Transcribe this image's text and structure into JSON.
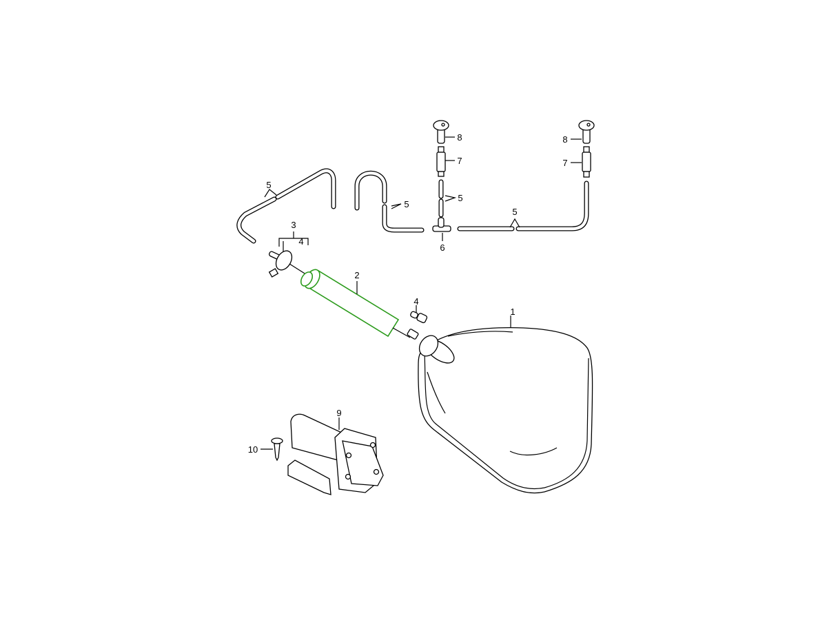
{
  "diagram": {
    "title": "Windshield washer system parts diagram",
    "highlight_color": "#2a9a1a",
    "callouts": {
      "tank": "1",
      "pump_cylinder": "2",
      "valve_assembly": "3",
      "valve_check_a": "4",
      "valve_check_b": "4",
      "hose_left": "5",
      "hose_u": "5",
      "hose_center": "5",
      "hose_right": "5",
      "t_piece": "6",
      "connector_center": "7",
      "connector_right": "7",
      "jet_center": "8",
      "jet_right": "8",
      "electric_pump": "9",
      "screw": "10"
    }
  }
}
